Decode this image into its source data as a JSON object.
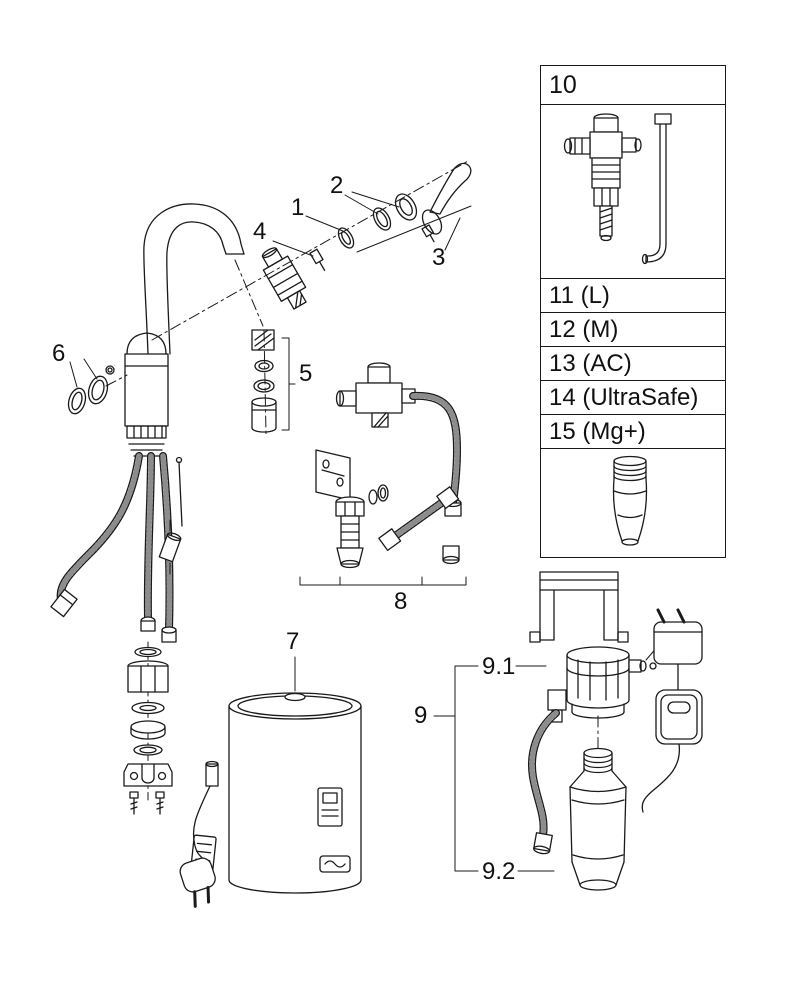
{
  "colors": {
    "line": "#1a1a1a",
    "background": "#ffffff"
  },
  "callouts": {
    "n1": "1",
    "n2": "2",
    "n3": "3",
    "n4": "4",
    "n5": "5",
    "n6": "6",
    "n7": "7",
    "n8": "8",
    "n9": "9",
    "n9_1": "9.1",
    "n9_2": "9.2"
  },
  "parts_panel": {
    "header_label": "10",
    "variants": [
      "11 (L)",
      "12 (M)",
      "13 (AC)",
      "14 (UltraSafe)",
      "15 (Mg+)"
    ]
  }
}
